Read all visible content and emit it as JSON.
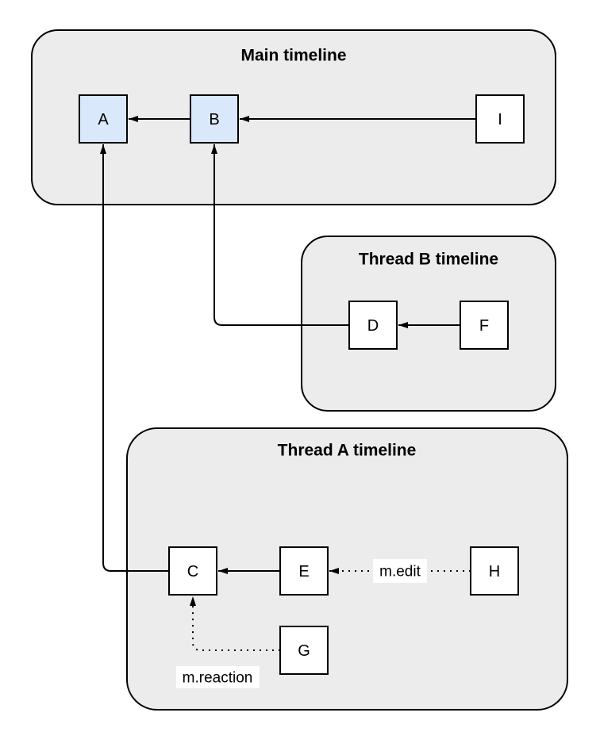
{
  "diagram_title": "",
  "colors": {
    "background": "#ffffff",
    "container_fill": "#ececec",
    "container_stroke": "#000000",
    "node_fill": "#ffffff",
    "node_highlight_fill": "#dae8fc",
    "node_stroke": "#000000",
    "edge_color": "#000000",
    "label_bg": "#ffffff",
    "text_color": "#000000"
  },
  "containers": [
    {
      "id": "main-timeline",
      "title": "Main timeline"
    },
    {
      "id": "thread-b-timeline",
      "title": "Thread B timeline"
    },
    {
      "id": "thread-a-timeline",
      "title": "Thread A timeline"
    }
  ],
  "nodes": [
    {
      "id": "A",
      "label": "A",
      "container": "main-timeline",
      "highlighted": true
    },
    {
      "id": "B",
      "label": "B",
      "container": "main-timeline",
      "highlighted": true
    },
    {
      "id": "I",
      "label": "I",
      "container": "main-timeline",
      "highlighted": false
    },
    {
      "id": "D",
      "label": "D",
      "container": "thread-b-timeline",
      "highlighted": false
    },
    {
      "id": "F",
      "label": "F",
      "container": "thread-b-timeline",
      "highlighted": false
    },
    {
      "id": "C",
      "label": "C",
      "container": "thread-a-timeline",
      "highlighted": false
    },
    {
      "id": "E",
      "label": "E",
      "container": "thread-a-timeline",
      "highlighted": false
    },
    {
      "id": "H",
      "label": "H",
      "container": "thread-a-timeline",
      "highlighted": false
    },
    {
      "id": "G",
      "label": "G",
      "container": "thread-a-timeline",
      "highlighted": false
    }
  ],
  "edges": [
    {
      "from": "B",
      "to": "A",
      "style": "solid",
      "label": ""
    },
    {
      "from": "I",
      "to": "B",
      "style": "solid",
      "label": ""
    },
    {
      "from": "F",
      "to": "D",
      "style": "solid",
      "label": ""
    },
    {
      "from": "D",
      "to": "B",
      "style": "solid",
      "label": ""
    },
    {
      "from": "E",
      "to": "C",
      "style": "solid",
      "label": ""
    },
    {
      "from": "C",
      "to": "A",
      "style": "solid",
      "label": ""
    },
    {
      "from": "H",
      "to": "E",
      "style": "dotted",
      "label": "m.edit"
    },
    {
      "from": "G",
      "to": "C",
      "style": "dotted",
      "label": "m.reaction"
    }
  ]
}
